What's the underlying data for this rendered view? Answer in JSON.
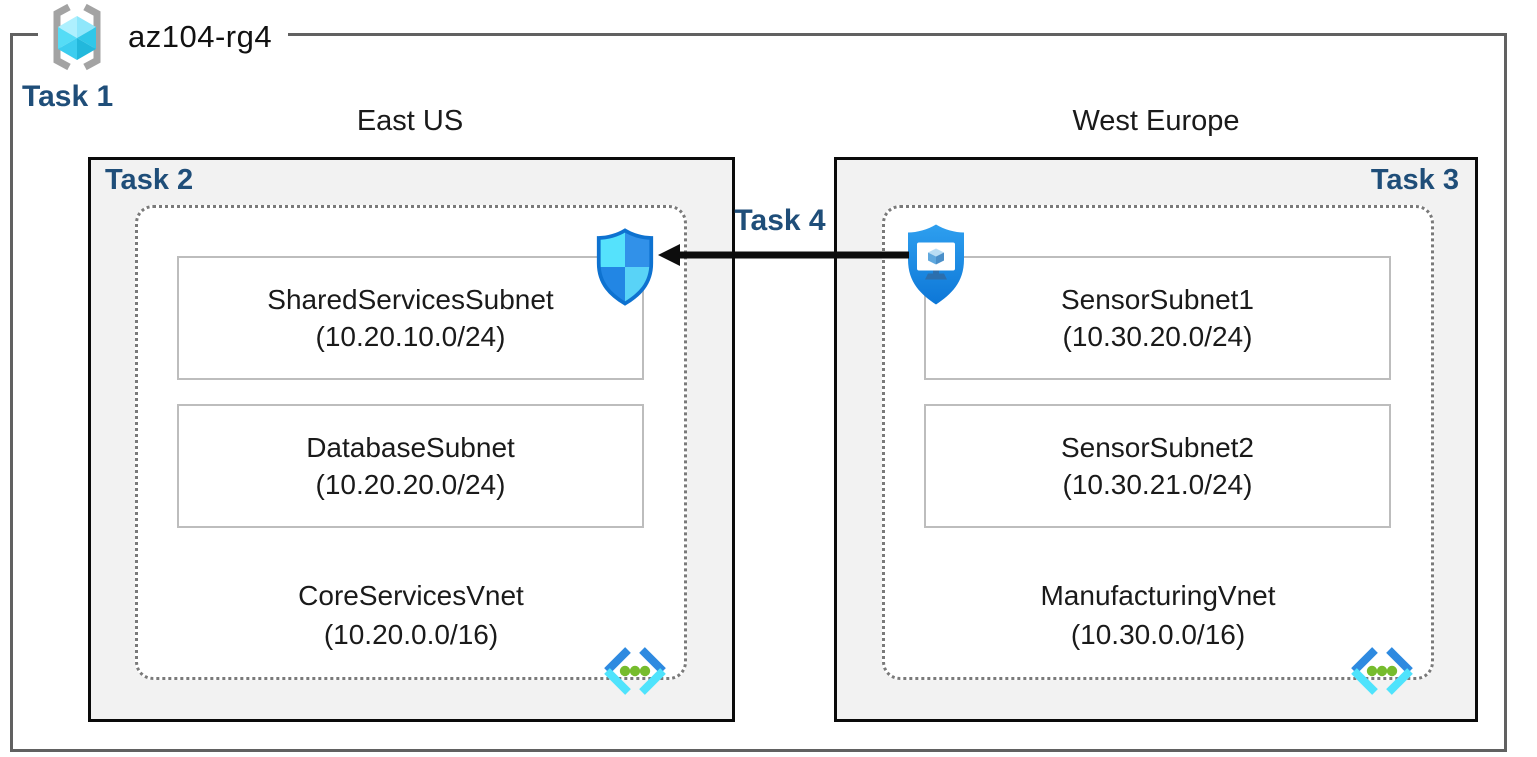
{
  "resource_group": {
    "label": "az104-rg4"
  },
  "labels": {
    "task1": "Task 1",
    "task4": "Task 4"
  },
  "regions": [
    {
      "name": "East US",
      "task_label": "Task 2",
      "vnet": {
        "name": "CoreServicesVnet",
        "cidr": "(10.20.0.0/16)",
        "subnets": [
          {
            "name": "SharedServicesSubnet",
            "cidr": "(10.20.10.0/24)"
          },
          {
            "name": "DatabaseSubnet",
            "cidr": "(10.20.20.0/24)"
          }
        ]
      }
    },
    {
      "name": "West Europe",
      "task_label": "Task 3",
      "vnet": {
        "name": "ManufacturingVnet",
        "cidr": "(10.30.0.0/16)",
        "subnets": [
          {
            "name": "SensorSubnet1",
            "cidr": "(10.30.20.0/24)"
          },
          {
            "name": "SensorSubnet2",
            "cidr": "(10.30.21.0/24)"
          }
        ]
      }
    }
  ],
  "connection": {
    "label": "Task 4",
    "direction": "right-to-left"
  },
  "icons": {
    "resource_group": "resource-group-icon",
    "virtual_network": "virtual-network-icon",
    "network_security": "network-security-group-icon",
    "shielded_vm": "shielded-vm-monitor-icon",
    "arrow": "left-arrow-connector"
  },
  "colors": {
    "task_label": "#1F4E79",
    "region_fill": "#F2F2F2",
    "region_border": "#0A0A0A",
    "outer_border": "#616161",
    "vnet_dotted_border": "#7A7A7A",
    "subnet_border": "#BDBDBD",
    "azure_blue": "#2E8AE0",
    "azure_cyan": "#50E6FF",
    "dot_green": "#76BC2D",
    "arrow": "#0D0D0D"
  }
}
